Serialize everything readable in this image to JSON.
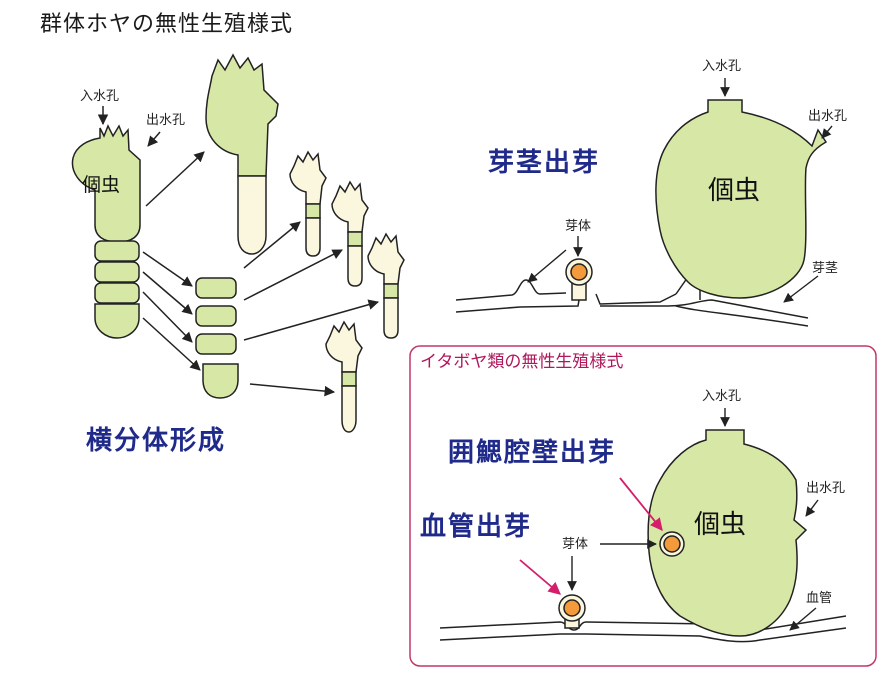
{
  "title": "群体ホヤの無性生殖様式",
  "left_panel": {
    "in_siphon": "入水孔",
    "out_siphon": "出水孔",
    "zooid": "個虫",
    "mode_label": "横分体形成"
  },
  "right_top": {
    "mode_label": "芽茎出芽",
    "in_siphon": "入水孔",
    "out_siphon": "出水孔",
    "zooid": "個虫",
    "bud": "芽体",
    "stolon": "芽茎"
  },
  "inset": {
    "title": "イタボヤ類の無性生殖様式",
    "in_siphon": "入水孔",
    "out_siphon": "出水孔",
    "zooid": "個虫",
    "bud": "芽体",
    "vessel": "血管",
    "peribranchial_budding": "囲鰓腔壁出芽",
    "vascular_budding": "血管出芽"
  },
  "colors": {
    "zooid_fill": "#d7e8a6",
    "zooid_pale": "#fbf7de",
    "bud_fill": "#f39a3a",
    "outline": "#222222",
    "label_blue": "#1f2a8a",
    "inset_border": "#c2376b",
    "highlight_arrow": "#d41e6b"
  }
}
